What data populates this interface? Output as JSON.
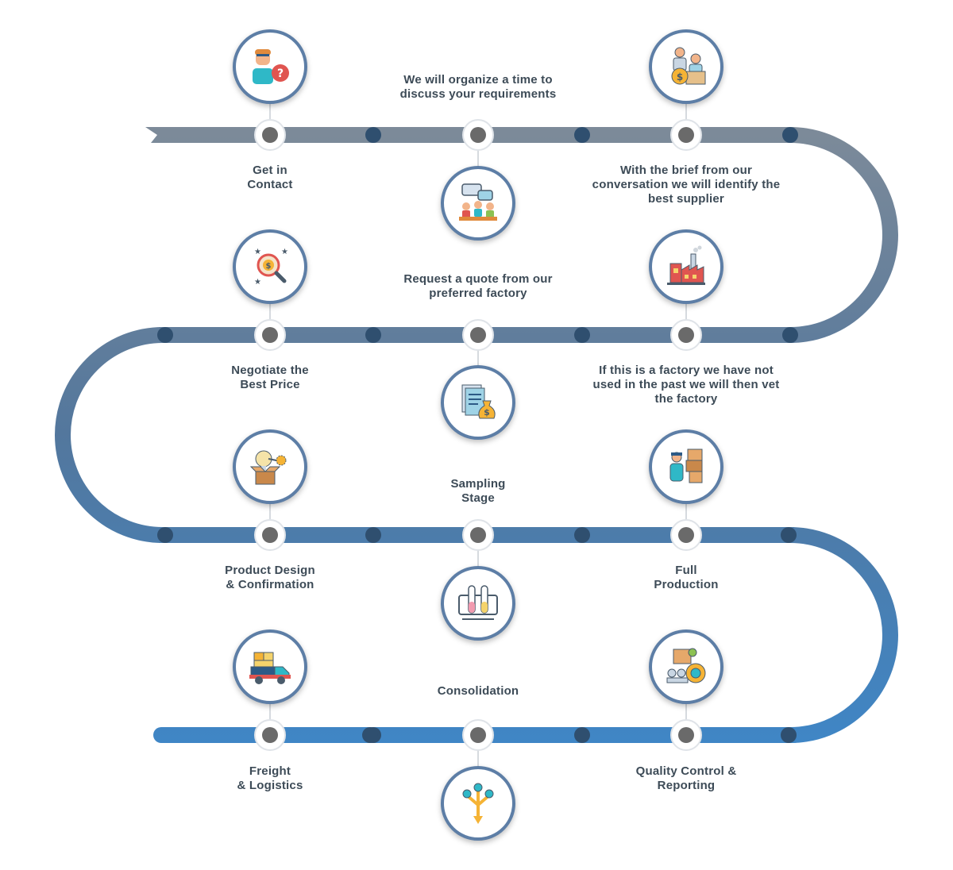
{
  "colors": {
    "track_top": "#7e8b99",
    "track_mid": "#53779d",
    "track_bottom": "#3f86c6",
    "node_fill": "#6a6a6a",
    "small_dot": "#2f4f6f",
    "label_text": "#3d4b57"
  },
  "steps": [
    {
      "id": "get-in-contact",
      "lines": [
        "Get in",
        "Contact"
      ],
      "icon": "support-agent-question-icon"
    },
    {
      "id": "organize-time",
      "lines": [
        "We will organize a time to",
        "discuss your requirements"
      ],
      "icon": "meeting-chat-icon"
    },
    {
      "id": "identify-supplier",
      "lines": [
        "With the brief from our",
        "conversation we will identify the",
        "best supplier"
      ],
      "icon": "business-deal-icon"
    },
    {
      "id": "vet-factory",
      "lines": [
        "If this is a factory we have not",
        "used in the past we will then vet",
        "the factory"
      ],
      "icon": "factory-icon"
    },
    {
      "id": "request-quote",
      "lines": [
        "Request a quote from our",
        "preferred factory"
      ],
      "icon": "invoice-money-bag-icon"
    },
    {
      "id": "negotiate-price",
      "lines": [
        "Negotiate the",
        "Best Price"
      ],
      "icon": "magnifier-dollar-icon"
    },
    {
      "id": "product-design",
      "lines": [
        "Product Design",
        "& Confirmation"
      ],
      "icon": "idea-box-gear-icon"
    },
    {
      "id": "sampling-stage",
      "lines": [
        "Sampling",
        "Stage"
      ],
      "icon": "test-tubes-icon"
    },
    {
      "id": "full-production",
      "lines": [
        "Full",
        "Production"
      ],
      "icon": "worker-boxes-icon"
    },
    {
      "id": "quality-control",
      "lines": [
        "Quality Control &",
        "Reporting"
      ],
      "icon": "quality-badge-icon"
    },
    {
      "id": "consolidation",
      "lines": [
        "Consolidation"
      ],
      "icon": "merge-arrows-icon"
    },
    {
      "id": "freight-logistics",
      "lines": [
        "Freight",
        "& Logistics"
      ],
      "icon": "delivery-truck-icon"
    }
  ]
}
